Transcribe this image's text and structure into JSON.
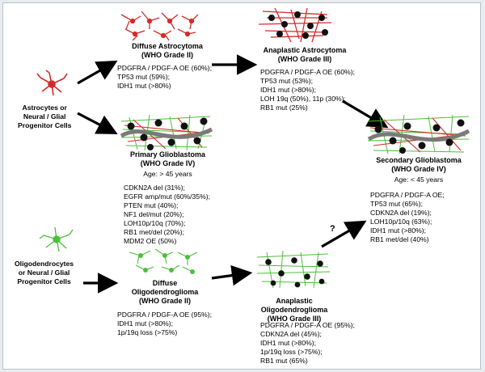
{
  "diagram": {
    "cells": {
      "astro_progenitor": [
        "Astrocytes or",
        "Neural / Glial",
        "Progenitor Cells"
      ],
      "oligo_progenitor": [
        "Oligodendrocytes",
        "or Neural / Glial",
        "Progenitor Cells"
      ]
    },
    "diffuse_astrocytoma": {
      "title": "Diffuse Astrocytoma",
      "grade": "(WHO Grade II)",
      "markers": [
        "PDGFRA / PDGF-A OE (60%);",
        "TP53 mut (59%);",
        "IDH1 mut (>80%)"
      ]
    },
    "anaplastic_astrocytoma": {
      "title": "Anaplastic Astrocytoma",
      "grade": "(WHO Grade III)",
      "markers": [
        "PDGFRA / PDGF-A OE (60%);",
        "TP53 mut (53%);",
        "IDH1 mut (>80%);",
        "LOH 19q (50%), 11p (30%);",
        "RB1 mut (25%)"
      ]
    },
    "primary_glioblastoma": {
      "title": "Primary Glioblastoma",
      "grade": "(WHO Grade IV)",
      "age": "Age: > 45 years",
      "markers": [
        "CDKN2A del (31%);",
        "EGFR amp/mut (60%/35%);",
        "PTEN mut (40%);",
        "NF1 del/mut (20%);",
        "LOH10p/10q (70%);",
        "RB1 met/del (20%);",
        "MDM2 OE (50%)"
      ]
    },
    "secondary_glioblastoma": {
      "title": "Secondary Glioblastoma",
      "grade": "(WHO Grade IV)",
      "age": "Age: < 45 years",
      "markers": [
        "PDGFRA / PDGF-A OE;",
        "TP53 mut (65%);",
        "CDKN2A del (19%);",
        "LOH10p/10q (63%);",
        "IDH1 mut (>80%);",
        "RB1 met/del (40%)"
      ]
    },
    "diffuse_oligodendroglioma": {
      "title": "Diffuse",
      "title2": "Oligodendroglioma",
      "grade": "(WHO Grade II)",
      "markers": [
        "PDGFRA / PDGF-A OE (95%);",
        "IDH1 mut (>80%);",
        "1p/19q loss (>75%)"
      ]
    },
    "anaplastic_oligodendroglioma": {
      "title": "Anaplastic",
      "title2": "Oligodendroglioma",
      "grade": "(WHO Grade III)",
      "markers": [
        "PDGFRA / PDGF-A OE (95%);",
        "CDKN2A del (45%);",
        "IDH1 mut (>80%);",
        "1p/19q loss (>75%);",
        "RB1 mut (65%)"
      ]
    },
    "uncertain_arrow_label": "?",
    "colors": {
      "astrocyte": "#d42a2a",
      "oligo": "#4bbf3a",
      "tumor_cell": "#111111",
      "vessel": "#7a7a7a",
      "arrow": "#000000"
    }
  }
}
